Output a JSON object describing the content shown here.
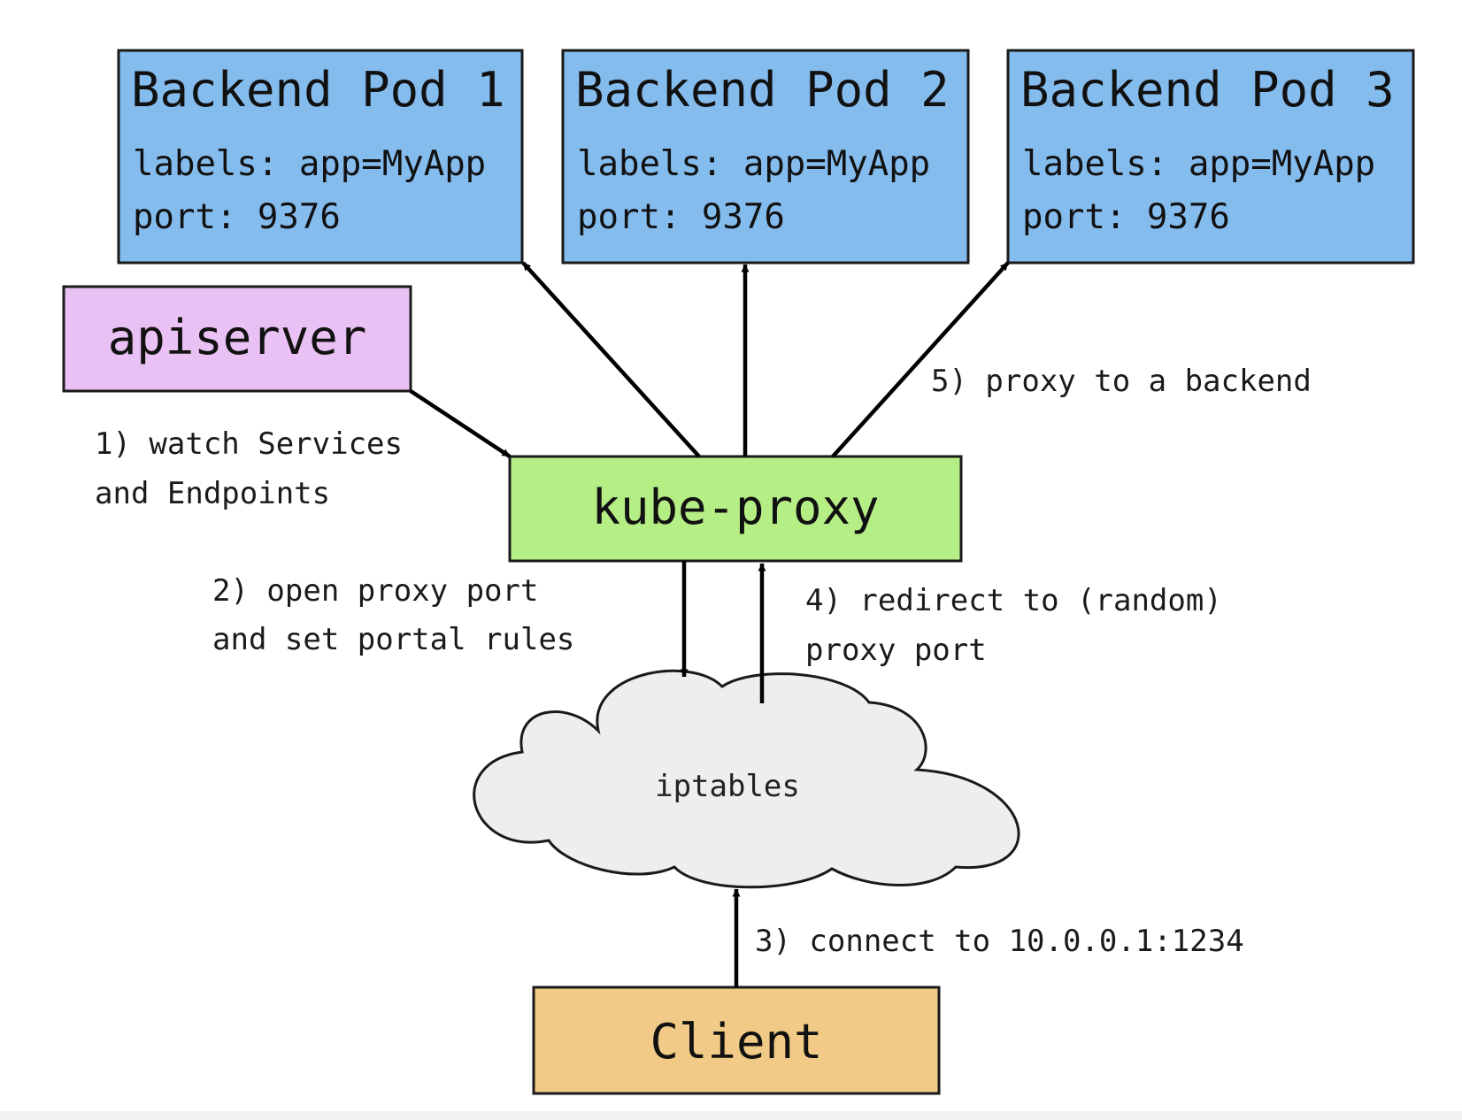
{
  "colors": {
    "pod_fill": "#85bcee",
    "apiserver_fill": "#eac1f4",
    "kube_proxy_fill": "#b6ee86",
    "client_fill": "#f0ca86",
    "cloud_fill": "#eeeeee",
    "stroke": "#1a1a1a"
  },
  "pods": [
    {
      "title": "Backend Pod 1",
      "labels": "labels: app=MyApp",
      "port": "port: 9376"
    },
    {
      "title": "Backend Pod 2",
      "labels": "labels: app=MyApp",
      "port": "port: 9376"
    },
    {
      "title": "Backend Pod 3",
      "labels": "labels: app=MyApp",
      "port": "port: 9376"
    }
  ],
  "apiserver": {
    "label": "apiserver"
  },
  "kube_proxy": {
    "label": "kube-proxy"
  },
  "iptables": {
    "label": "iptables"
  },
  "client": {
    "label": "Client"
  },
  "steps": {
    "s1": {
      "line1": "1) watch Services",
      "line2": "and Endpoints"
    },
    "s2": {
      "line1": "2) open proxy port",
      "line2": "and set portal rules"
    },
    "s3": {
      "line1": "3) connect to 10.0.0.1:1234"
    },
    "s4": {
      "line1": "4) redirect to (random)",
      "line2": "proxy port"
    },
    "s5": {
      "line1": "5) proxy to a backend"
    }
  }
}
